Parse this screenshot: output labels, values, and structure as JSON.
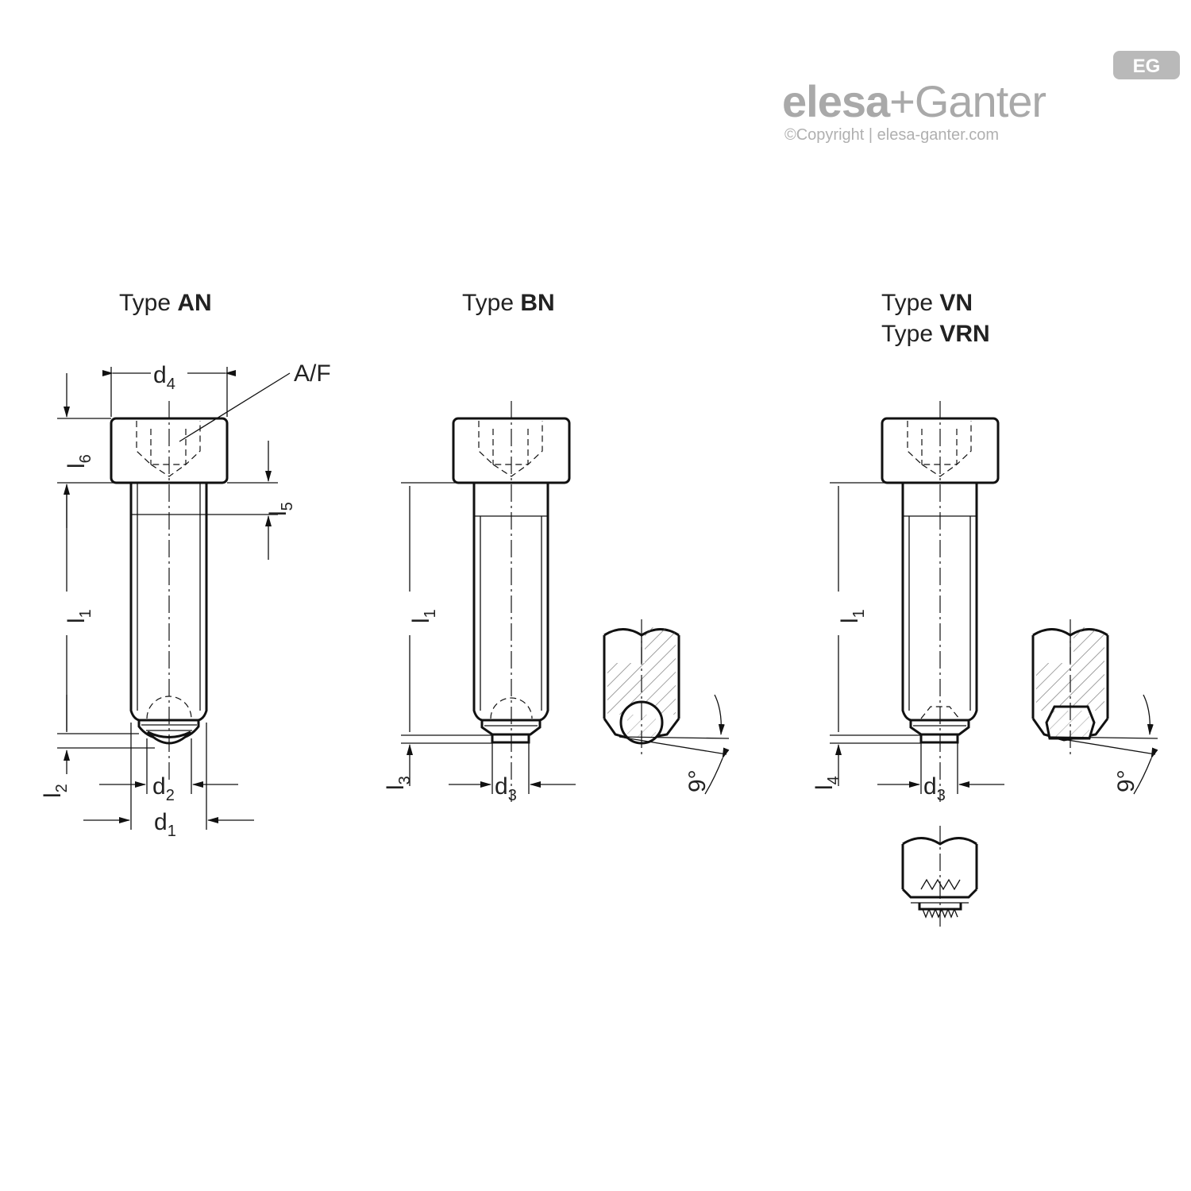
{
  "brand": {
    "name_part1": "elesa",
    "name_plus": "+",
    "name_part2": "Ganter",
    "copyright": "©Copyright | elesa-ganter.com",
    "badge": "EG"
  },
  "types": {
    "an": {
      "prefix": "Type ",
      "code": "AN"
    },
    "bn": {
      "prefix": "Type ",
      "code": "BN"
    },
    "vn": {
      "prefix": "Type ",
      "code": "VN"
    },
    "vrn": {
      "prefix": "Type ",
      "code": "VRN"
    }
  },
  "dimensions": {
    "af": "A/F",
    "d": "d",
    "l": "l",
    "sub_1": "1",
    "sub_2": "2",
    "sub_3": "3",
    "sub_4": "4",
    "sub_5": "5",
    "sub_6": "6",
    "angle": "9°"
  }
}
